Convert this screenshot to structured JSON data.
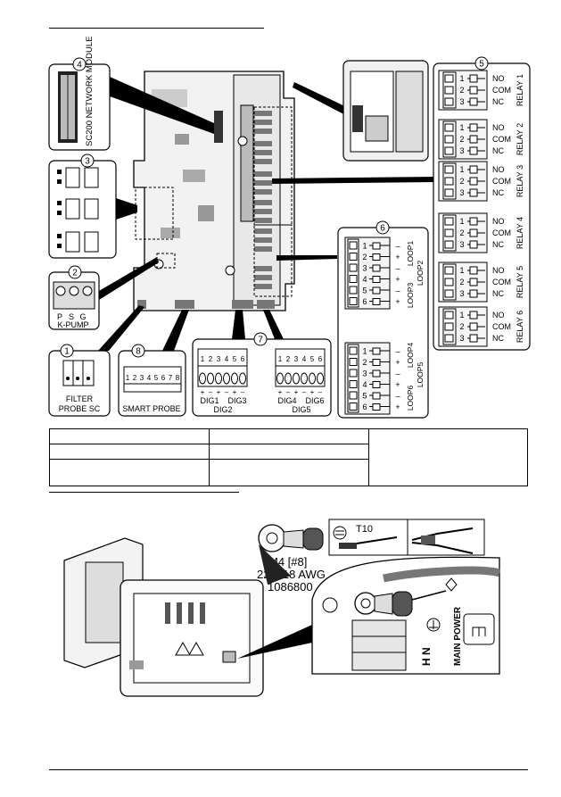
{
  "fig1": {
    "module_label": "SC200 NETWORK MODULE",
    "callouts": [
      "1",
      "2",
      "3",
      "4",
      "5",
      "6",
      "7",
      "8"
    ],
    "kpump": {
      "terminals": [
        "P",
        "S",
        "G"
      ],
      "label": "K-PUMP"
    },
    "filter_probe": {
      "line1": "FILTER",
      "line2": "PROBE SC"
    },
    "smart_probe": {
      "numbers": [
        "1",
        "2",
        "3",
        "4",
        "5",
        "6",
        "7",
        "8"
      ],
      "label": "SMART PROBE"
    },
    "dig_left": {
      "numbers": [
        "1",
        "2",
        "3",
        "4",
        "5",
        "6"
      ],
      "signs": [
        "+",
        "–",
        "+",
        "–",
        "+",
        "–"
      ],
      "groups": [
        "DIG1",
        "DIG3"
      ],
      "sub": "DIG2"
    },
    "dig_right": {
      "numbers": [
        "1",
        "2",
        "3",
        "4",
        "5",
        "6"
      ],
      "signs": [
        "+",
        "–",
        "+",
        "–",
        "+",
        "–"
      ],
      "groups": [
        "DIG4",
        "DIG6"
      ],
      "sub": "DIG5"
    },
    "relay_pins": [
      "1",
      "2",
      "3"
    ],
    "relay_contacts": [
      "NO",
      "COM",
      "NC"
    ],
    "relays": [
      "RELAY 1",
      "RELAY 2",
      "RELAY 3",
      "RELAY 4",
      "RELAY 5",
      "RELAY 6"
    ],
    "loop_pins": [
      "1",
      "2",
      "3",
      "4",
      "5",
      "6"
    ],
    "loop_signs": [
      "–",
      "+",
      "–",
      "+",
      "–",
      "+"
    ],
    "loops_top": [
      "LOOP1",
      "LOOP2",
      "LOOP3"
    ],
    "loops_bottom": [
      "LOOP4",
      "LOOP5",
      "LOOP6"
    ]
  },
  "fig2": {
    "ring_lug": {
      "size": "M4 [#8]",
      "gauge": "22 – 18 AWG",
      "part": "1086800"
    },
    "tool_label": "T10",
    "main_power": "MAIN POWER",
    "power_letters": "H N"
  }
}
